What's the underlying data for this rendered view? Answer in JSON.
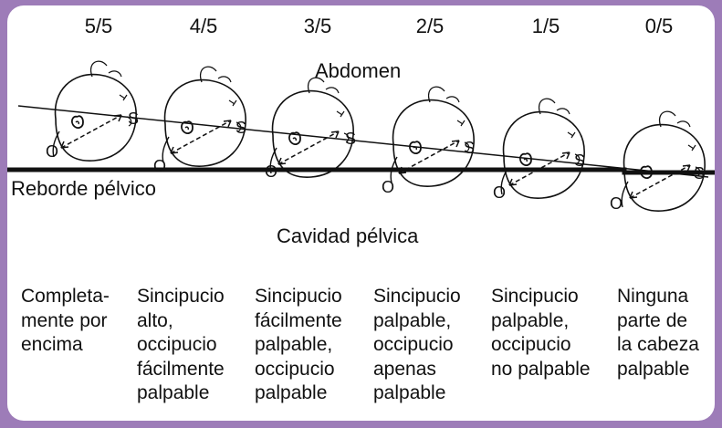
{
  "stages": [
    {
      "fraction": "5/5",
      "description": [
        "Completa-",
        "mente por",
        "encima"
      ]
    },
    {
      "fraction": "4/5",
      "description": [
        "Sincipucio",
        "alto,",
        "occipucio",
        "fácilmente",
        "palpable"
      ]
    },
    {
      "fraction": "3/5",
      "description": [
        "Sincipucio",
        "fácilmente",
        "palpable,",
        "occipucio",
        "palpable"
      ]
    },
    {
      "fraction": "2/5",
      "description": [
        "Sincipucio",
        "palpable,",
        "occipucio",
        "apenas",
        "palpable"
      ]
    },
    {
      "fraction": "1/5",
      "description": [
        "Sincipucio",
        "palpable,",
        "occipucio",
        "no palpable"
      ]
    },
    {
      "fraction": "0/5",
      "description": [
        "Ninguna",
        "parte de",
        "la cabeza",
        "palpable"
      ]
    }
  ],
  "labels": {
    "abdomen": "Abdomen",
    "pelvic_brim": "Reborde pélvico",
    "pelvic_cavity": "Cavidad pélvica",
    "occiput_marker": "O",
    "sinciput_marker": "S"
  },
  "colors": {
    "frame": "#9d7cb8",
    "background": "#ffffff",
    "ink": "#111111"
  }
}
